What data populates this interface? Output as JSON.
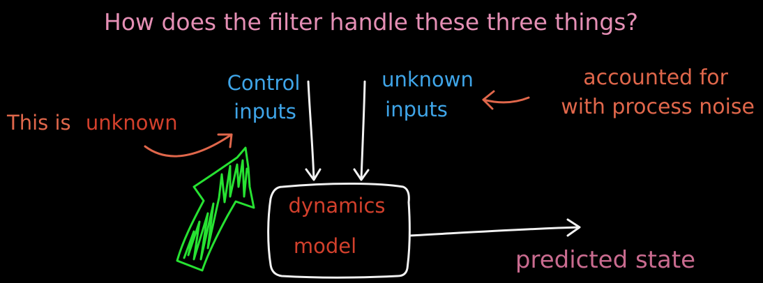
{
  "question": "How does the filter handle these three things?",
  "inputs": {
    "control": {
      "line1": "Control",
      "line2": "inputs"
    },
    "unknown": {
      "line1": "unknown",
      "line2": "inputs"
    }
  },
  "annotations": {
    "this_is": "This is",
    "unknown_word": "unknown",
    "accounted_line1": "accounted for",
    "accounted_line2": "with process noise"
  },
  "model_box": {
    "line1": "dynamics",
    "line2": "model"
  },
  "output": {
    "label": "predicted state"
  },
  "colors": {
    "background": "#000000",
    "question_pink": "#e58fb5",
    "input_blue": "#3fa5e8",
    "annotation_red": "#e0674b",
    "model_red": "#d2402c",
    "output_pink": "#c96b8f",
    "chalk_white": "#f2f2f2",
    "highlight_green": "#27e232"
  }
}
